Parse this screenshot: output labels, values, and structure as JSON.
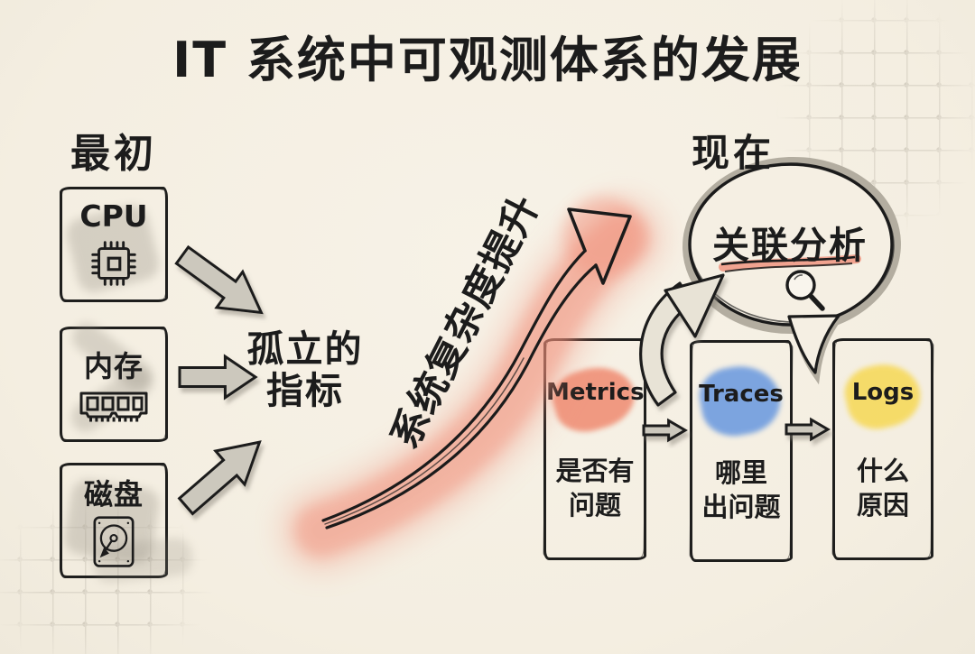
{
  "title": "IT 系统中可观测体系的发展",
  "colors": {
    "ink": "#1c1c1c",
    "paper": "#f5efe3",
    "complexity_arrow": "#f0907a",
    "metrics_highlight": "#f09077",
    "traces_highlight": "#6f9cdf",
    "logs_highlight": "#f6d95c",
    "underline": "#f0907a",
    "block_arrow_fill": "#ccc8bd"
  },
  "left_stage": {
    "label": "最初",
    "items": [
      {
        "name": "CPU",
        "icon": "cpu-chip-icon"
      },
      {
        "name": "内存",
        "icon": "memory-ram-icon"
      },
      {
        "name": "磁盘",
        "icon": "disk-drive-icon"
      }
    ],
    "result": {
      "line1": "孤立的",
      "line2": "指标"
    }
  },
  "complexity_arrow": {
    "label": "系统复杂度提升"
  },
  "right_stage": {
    "label": "现在",
    "bubble": {
      "label": "关联分析",
      "icon": "magnifier-icon"
    },
    "pillars": [
      {
        "title": "Metrics",
        "desc_line1": "是否有",
        "desc_line2": "问题"
      },
      {
        "title": "Traces",
        "desc_line1": "哪里",
        "desc_line2": "出问题"
      },
      {
        "title": "Logs",
        "desc_line1": "什么",
        "desc_line2": "原因"
      }
    ]
  }
}
